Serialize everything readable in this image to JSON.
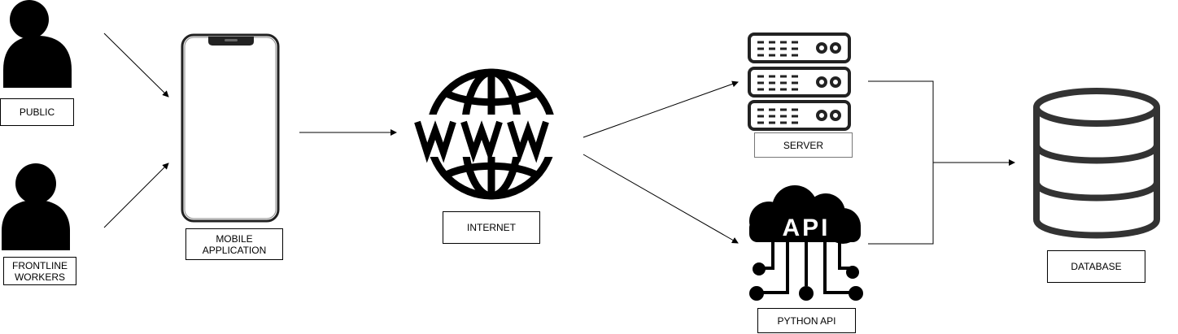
{
  "nodes": {
    "public": {
      "label": "PUBLIC",
      "icon": "person-icon"
    },
    "frontline_workers": {
      "label": "FRONTLINE\nWORKERS",
      "icon": "person-icon"
    },
    "mobile_application": {
      "label": "MOBILE\nAPPLICATION",
      "icon": "smartphone-icon"
    },
    "internet": {
      "label": "INTERNET",
      "icon": "www-globe-icon"
    },
    "server": {
      "label": "SERVER",
      "icon": "server-rack-icon"
    },
    "python_api": {
      "label": "PYTHON API",
      "icon": "api-cloud-icon",
      "icon_text": "API"
    },
    "database": {
      "label": "DATABASE",
      "icon": "database-icon"
    }
  },
  "edges": [
    {
      "from": "public",
      "to": "mobile_application"
    },
    {
      "from": "frontline_workers",
      "to": "mobile_application"
    },
    {
      "from": "mobile_application",
      "to": "internet"
    },
    {
      "from": "internet",
      "to": "server"
    },
    {
      "from": "internet",
      "to": "python_api"
    },
    {
      "from": "server",
      "to": "database"
    },
    {
      "from": "python_api",
      "to": "database"
    }
  ],
  "colors": {
    "stroke": "#000000",
    "icon_fill": "#000000",
    "db_stroke": "#333333",
    "background": "#ffffff"
  }
}
